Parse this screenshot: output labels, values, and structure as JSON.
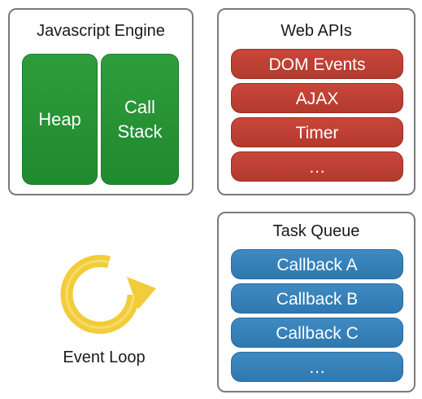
{
  "engine": {
    "title": "Javascript Engine",
    "heap_label": "Heap",
    "callstack_line1": "Call",
    "callstack_line2": "Stack"
  },
  "web_apis": {
    "title": "Web APIs",
    "items": [
      "DOM Events",
      "AJAX",
      "Timer",
      "…"
    ]
  },
  "task_queue": {
    "title": "Task Queue",
    "items": [
      "Callback A",
      "Callback B",
      "Callback C",
      "…"
    ]
  },
  "event_loop": {
    "label": "Event Loop",
    "icon": "circular-arrow-icon",
    "color": "#f2cc3a"
  },
  "colors": {
    "engine_green": "#2a963a",
    "webapi_red": "#bf4034",
    "queue_blue": "#3782ba",
    "border": "#7a7a7a"
  }
}
